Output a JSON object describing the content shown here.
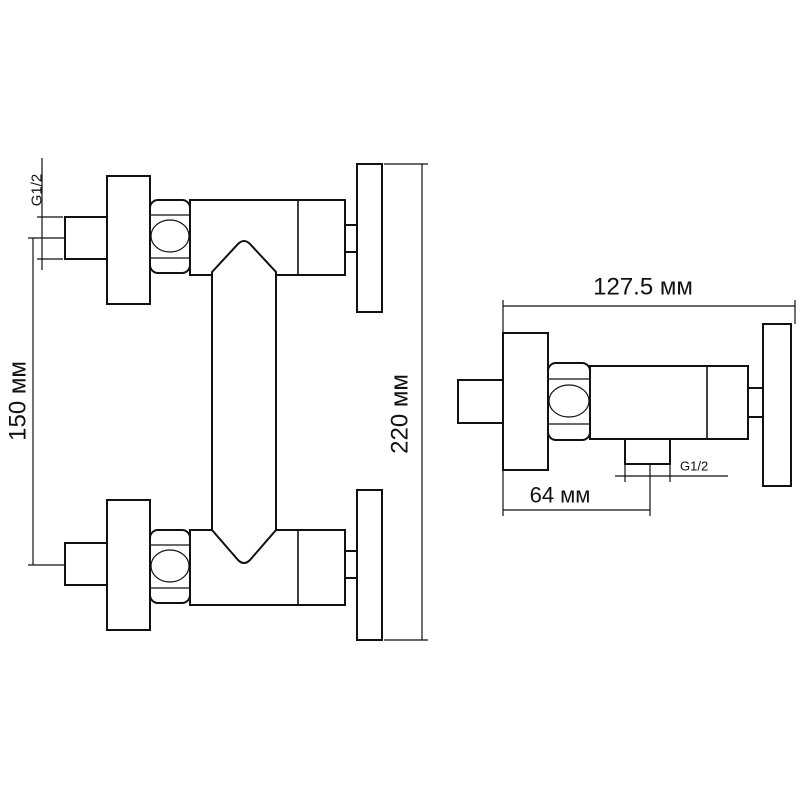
{
  "dimensions": {
    "front_view": {
      "thread_label": "G1/2",
      "center_distance": "150 мм",
      "total_height": "220 мм"
    },
    "side_view": {
      "total_depth": "127.5 мм",
      "outlet_offset": "64 мм",
      "outlet_thread": "G1/2"
    }
  },
  "colors": {
    "line": "#111111",
    "background": "#ffffff"
  }
}
